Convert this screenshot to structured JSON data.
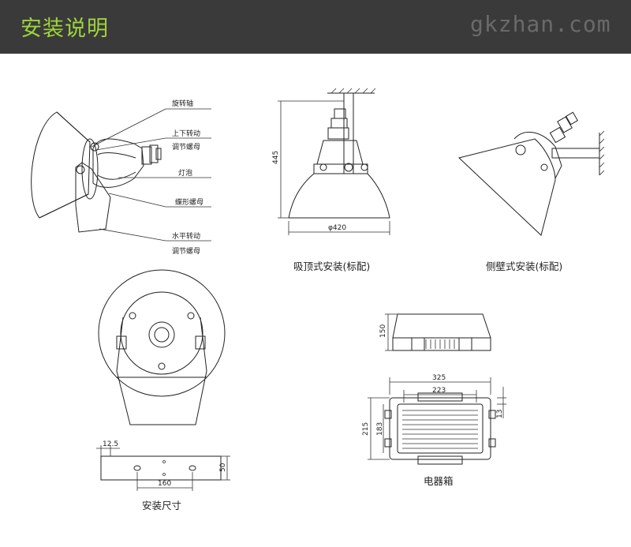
{
  "header": {
    "title": "安装说明",
    "watermark": "gkzhan.com"
  },
  "callouts": [
    "旋转轴",
    "上下转动",
    "调节螺母",
    "灯泡",
    "蝶形螺母",
    "水平转动",
    "调节螺母"
  ],
  "captions": {
    "ceiling": "吸顶式安装(标配)",
    "wall": "侧壁式安装(标配)",
    "mount": "安装尺寸",
    "box": "电器箱"
  },
  "dimensions": {
    "height": "445",
    "diameter": "φ420",
    "slot": "12.5",
    "mount_width": "160",
    "mount_height": "50",
    "box_height": "150",
    "box_width": "325",
    "box_inner_width": "223",
    "box_depth": "215",
    "box_inner_depth": "183",
    "box_edge": "13"
  },
  "colors": {
    "header_bg": "#3a3a3a",
    "title": "#9dd53a",
    "line": "#222222"
  }
}
